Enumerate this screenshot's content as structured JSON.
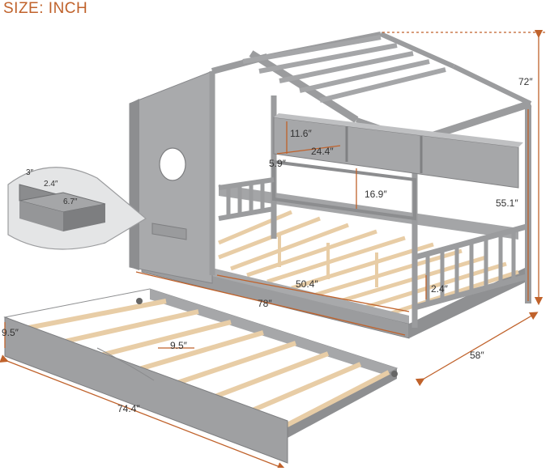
{
  "title": "SIZE: INCH",
  "dimensions": {
    "height_total": "72″",
    "height_rail": "55.1″",
    "width_bed": "58″",
    "length_bed": "78″",
    "length_inner": "50.4″",
    "shelf_height": "11.6″",
    "shelf_width": "24.4″",
    "shelf_depth": "5.9″",
    "headboard_gap": "16.9″",
    "rail_height": "2.4″",
    "trundle_length": "74.4″",
    "trundle_height": "9.5″",
    "trundle_slat_gap": "9.5″",
    "cup_a": "3″",
    "cup_b": "2.4″",
    "cup_c": "6.7″"
  },
  "colors": {
    "frame": "#9b9c9e",
    "slat": "#e8cda6",
    "accent": "#c0622b"
  }
}
